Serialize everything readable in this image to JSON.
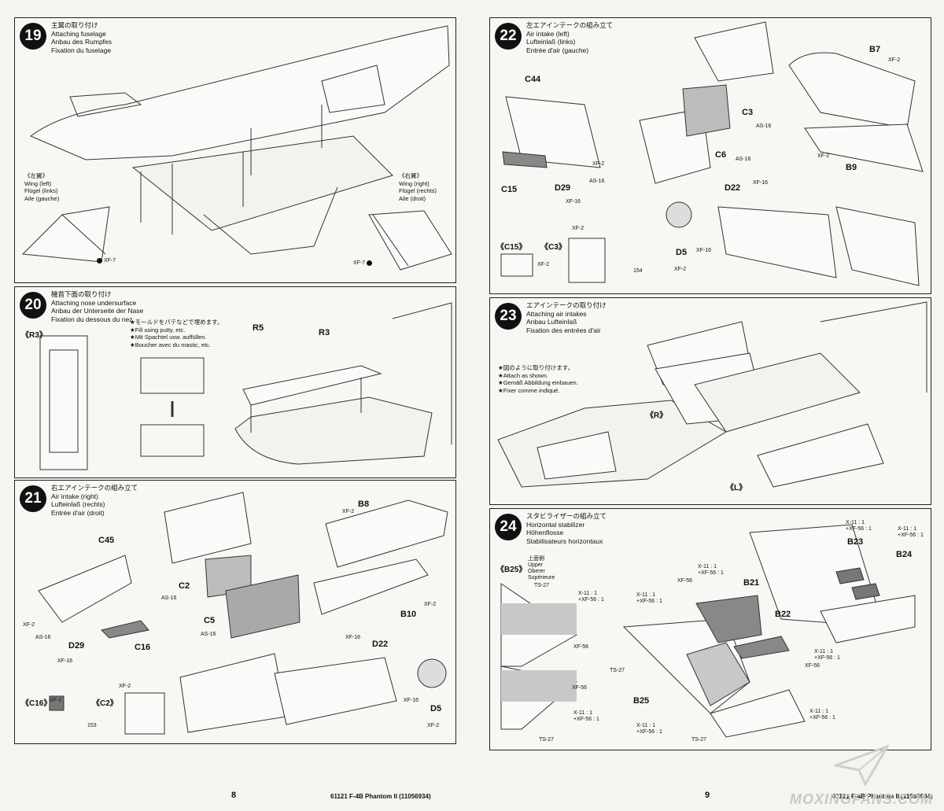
{
  "steps": {
    "s19": {
      "num": "19",
      "titles": [
        "主翼の取り付け",
        "Attaching fuselage",
        "Anbau des Rumpfes",
        "Fixation du fuselage"
      ],
      "wing_left": [
        "《左翼》",
        "Wing (left)",
        "Flügel (links)",
        "Aile (gauche)"
      ],
      "wing_right": [
        "《右翼》",
        "Wing (right)",
        "Flügel (rechts)",
        "Aile (droit)"
      ],
      "paint_l": "XF-7",
      "paint_r": "XF-7"
    },
    "s20": {
      "num": "20",
      "titles": [
        "機首下面の取り付け",
        "Attaching nose undersurface",
        "Anbau der Unterseite der Nase",
        "Fixation du dessous du nez"
      ],
      "view": "《R3》",
      "notes": [
        "★モールドをパテなどで埋めます。",
        "★Fill using putty, etc.",
        "★Mit Spachtel usw. auffüllen.",
        "★Boucher avec du mastic, etc."
      ],
      "r5": "R5",
      "r3": "R3"
    },
    "s21": {
      "num": "21",
      "titles": [
        "右エアインテークの組み立て",
        "Air intake (right)",
        "Lufteinlaß (rechts)",
        "Entrée d'air (droit)"
      ],
      "c45": "C45",
      "c2": "C2",
      "c5": "C5",
      "b8": "B8",
      "b10": "B10",
      "c16": "C16",
      "d29": "D29",
      "d22": "D22",
      "d5": "D5",
      "as16": "AS-16",
      "xf2": "XF-2",
      "xf16": "XF-16",
      "view_c16": "《C16》",
      "view_c2": "《C2》",
      "code": "153"
    },
    "s22": {
      "num": "22",
      "titles": [
        "左エアインテークの組み立て",
        "Air intake (left)",
        "Lufteinlaß (links)",
        "Entrée d'air (gauche)"
      ],
      "c44": "C44",
      "c3": "C3",
      "c6": "C6",
      "b7": "B7",
      "b9": "B9",
      "c15": "C15",
      "d29": "D29",
      "d22": "D22",
      "d5": "D5",
      "as16": "AS-16",
      "xf2": "XF-2",
      "xf16": "XF-16",
      "view_c15": "《C15》",
      "view_c3": "《C3》",
      "code": "154"
    },
    "s23": {
      "num": "23",
      "titles": [
        "エアインテークの取り付け",
        "Attaching air intakes",
        "Anbau Lufteinlaß",
        "Fixation des entrées d'air"
      ],
      "notes": [
        "★図のように取り付けます。",
        "★Attach as shown.",
        "★Gemäß Abbildung einbauen.",
        "★Fixer comme indiqué."
      ],
      "r": "《R》",
      "l": "《L》"
    },
    "s24": {
      "num": "24",
      "titles": [
        "スタビライザーの組み立て",
        "Horizontal stabilizer",
        "Höhenflosse",
        "Stabilisateurs horizontaux"
      ],
      "view": "《B25》",
      "upper": [
        "上面側",
        "Upper",
        "Oberer",
        "Supérieure"
      ],
      "b21": "B21",
      "b22": "B22",
      "b23": "B23",
      "b24": "B24",
      "b25": "B25",
      "ts27": "TS-27",
      "xf56": "XF-56",
      "mix": [
        "X-11 : 1",
        "+XF-56 : 1"
      ]
    }
  },
  "footer": {
    "left_page": "8",
    "right_page": "9",
    "left_code": "61121  F-4B Phantom II (11056934)",
    "right_code": "61121  F-4B Phantom II (11056934)"
  },
  "watermark": "MOXINGFANS.COM"
}
